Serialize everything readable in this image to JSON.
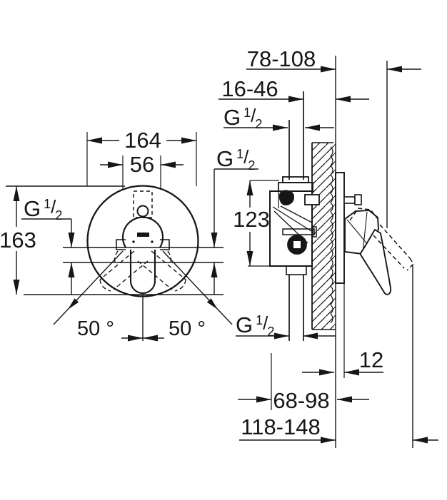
{
  "drawing": {
    "labels": {
      "dim_164": "164",
      "dim_56": "56",
      "dim_163": "163",
      "dim_123": "123",
      "dim_50_left": "50 °",
      "dim_50_right": "50 °",
      "dim_78_108": "78-108",
      "dim_16_46": "16-46",
      "dim_12": "12",
      "dim_68_98": "68-98",
      "dim_118_148": "118-148",
      "thread": {
        "g": "G",
        "one": "1",
        "slash": "/",
        "two": "2"
      }
    },
    "colors": {
      "line": "#161616",
      "background": "#ffffff"
    }
  }
}
